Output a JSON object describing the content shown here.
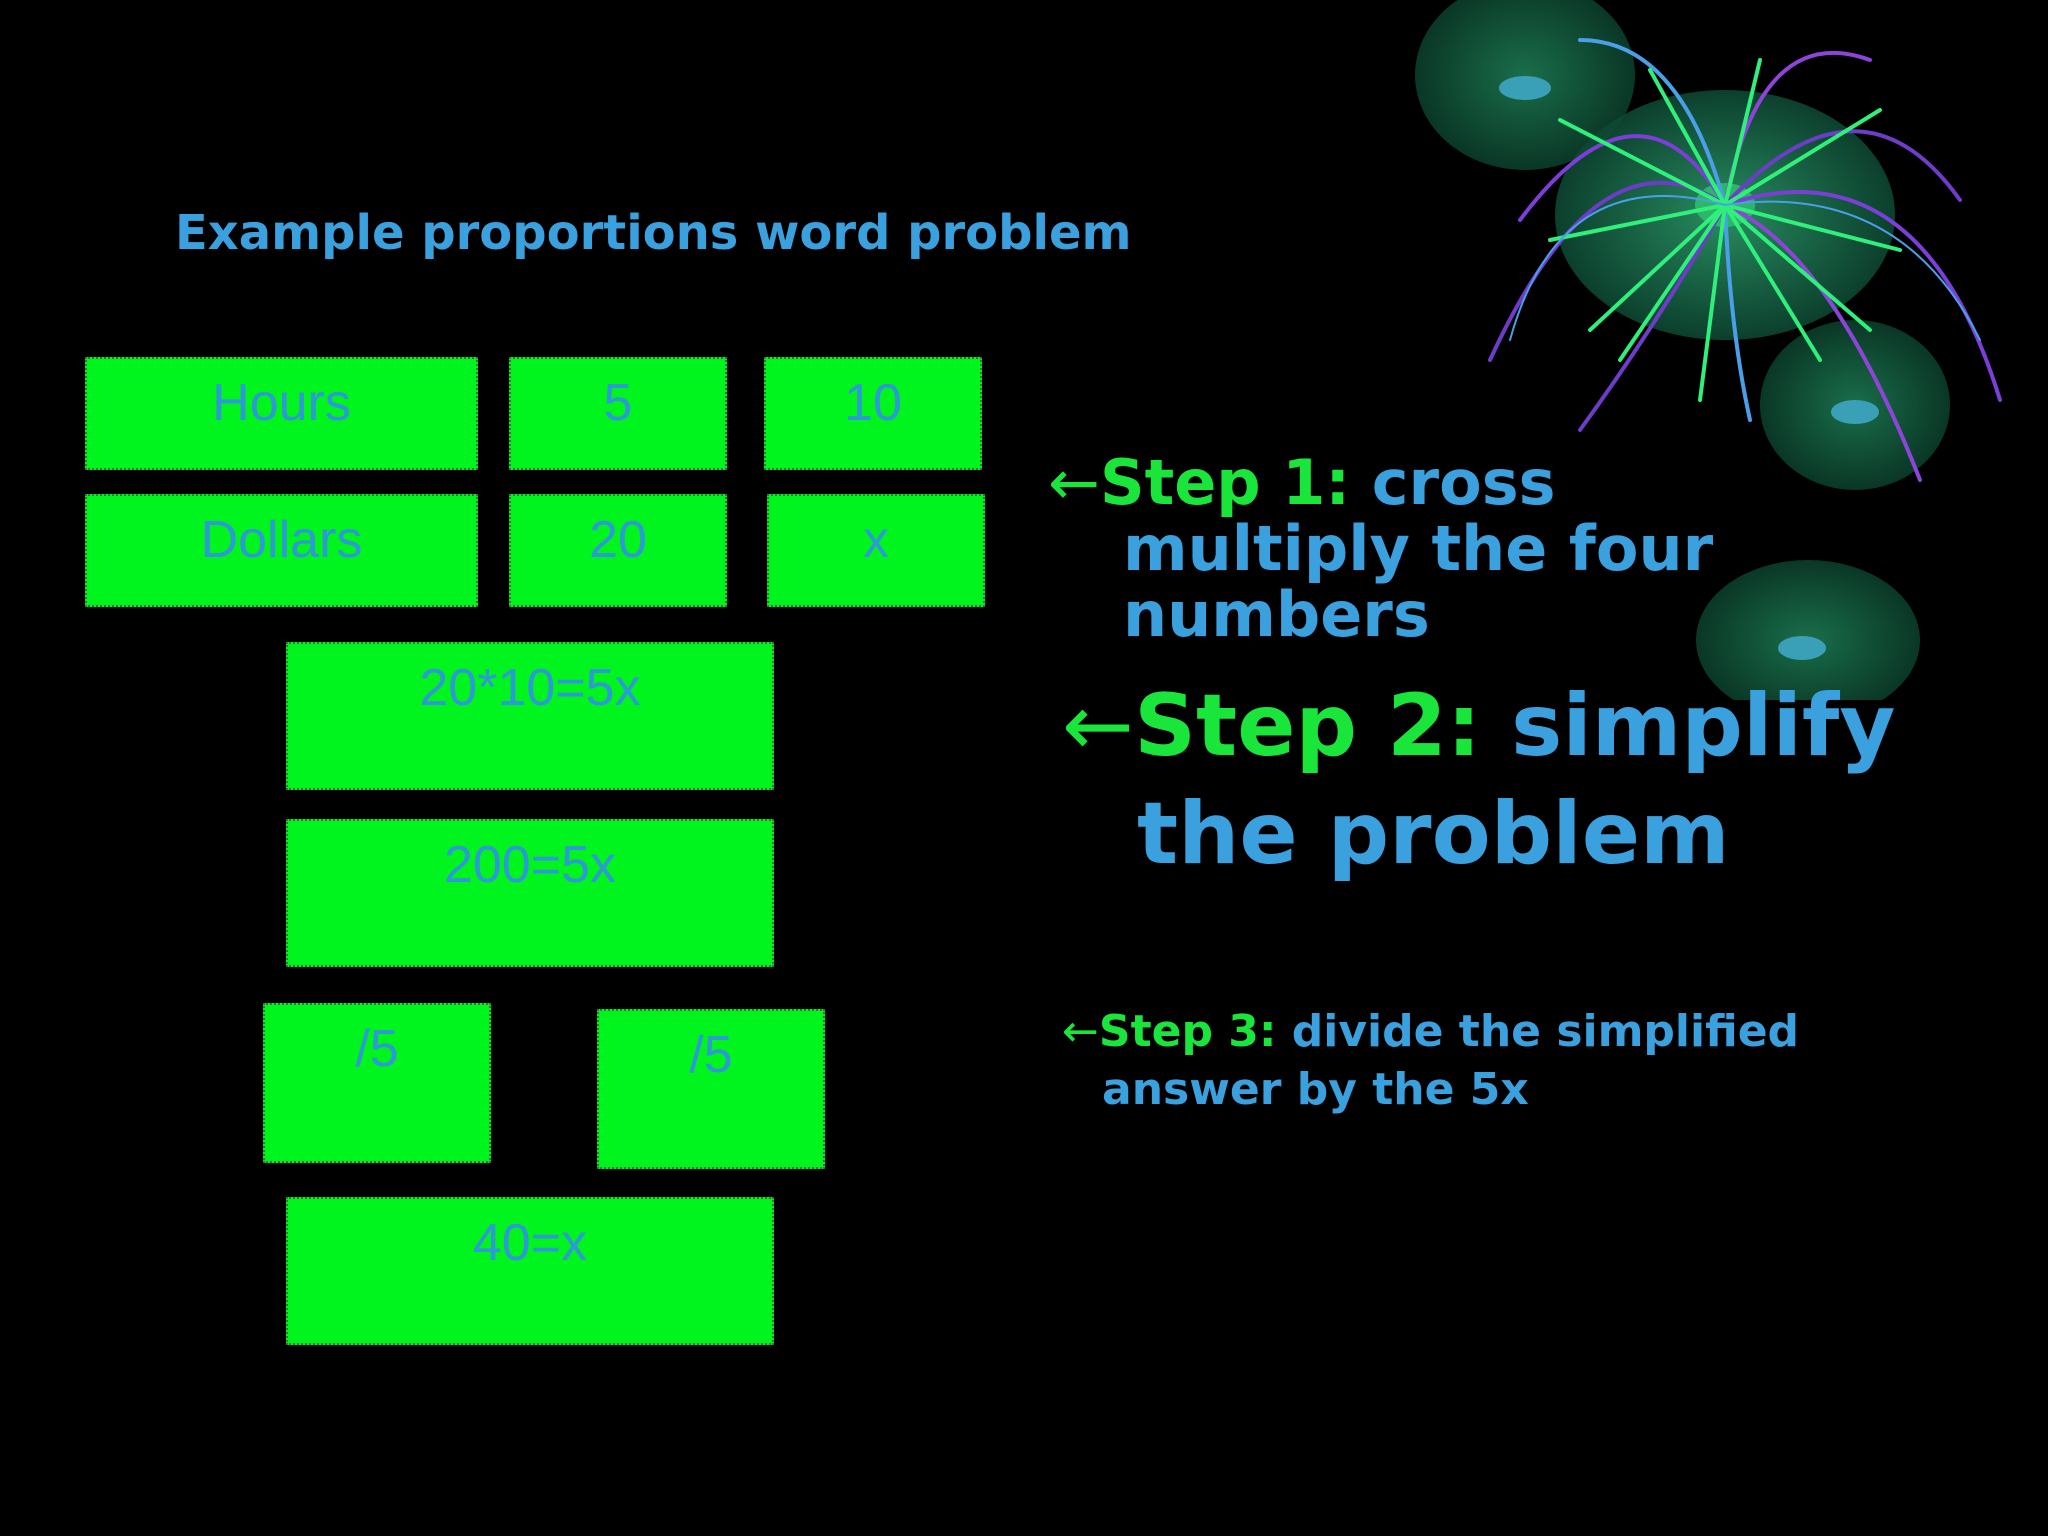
{
  "slide": {
    "title": "Example proportions word problem"
  },
  "table": {
    "row1": [
      "Hours",
      "5",
      "10"
    ],
    "row2": [
      "Dollars",
      "20",
      "x"
    ]
  },
  "work": {
    "cross_multiply": "20*10=5x",
    "simplified": "200=5x",
    "divide_left": "/5",
    "divide_right": "/5",
    "answer": "40=x"
  },
  "steps": {
    "step1": {
      "arrow": "←",
      "label": "Step 1:",
      "text_a": "cross",
      "text_b": "multiply the four numbers"
    },
    "step2": {
      "arrow": "←",
      "label": "Step 2:",
      "text_a": "simplify",
      "text_b": "the problem"
    },
    "step3": {
      "arrow": "←",
      "label": "Step 3:",
      "text_a": "divide the simplified",
      "text_b": "answer by the 5x"
    }
  },
  "colors": {
    "background": "#000000",
    "box_fill": "#00f41e",
    "box_text": "#2f98d6",
    "accent_green": "#1ae53a",
    "accent_blue": "#3aa0de"
  }
}
